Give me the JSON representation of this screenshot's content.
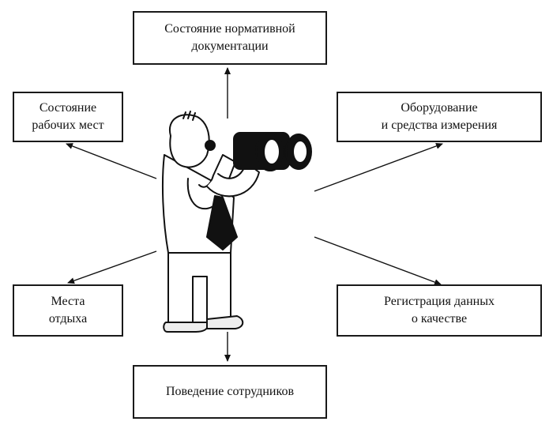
{
  "boxes": {
    "top": {
      "lines": [
        "Состояние нормативной",
        "документации"
      ]
    },
    "left_upper": {
      "lines": [
        "Состояние",
        "рабочих мест"
      ]
    },
    "right_upper": {
      "lines": [
        "Оборудование",
        "и средства измерения"
      ]
    },
    "left_lower": {
      "lines": [
        "Места",
        "отдыха"
      ]
    },
    "right_lower": {
      "lines": [
        "Регистрация данных",
        "о качестве"
      ]
    },
    "bottom": {
      "lines": [
        "Поведение сотрудников"
      ]
    }
  },
  "illustration": {
    "icon": "man-with-binoculars-icon"
  }
}
